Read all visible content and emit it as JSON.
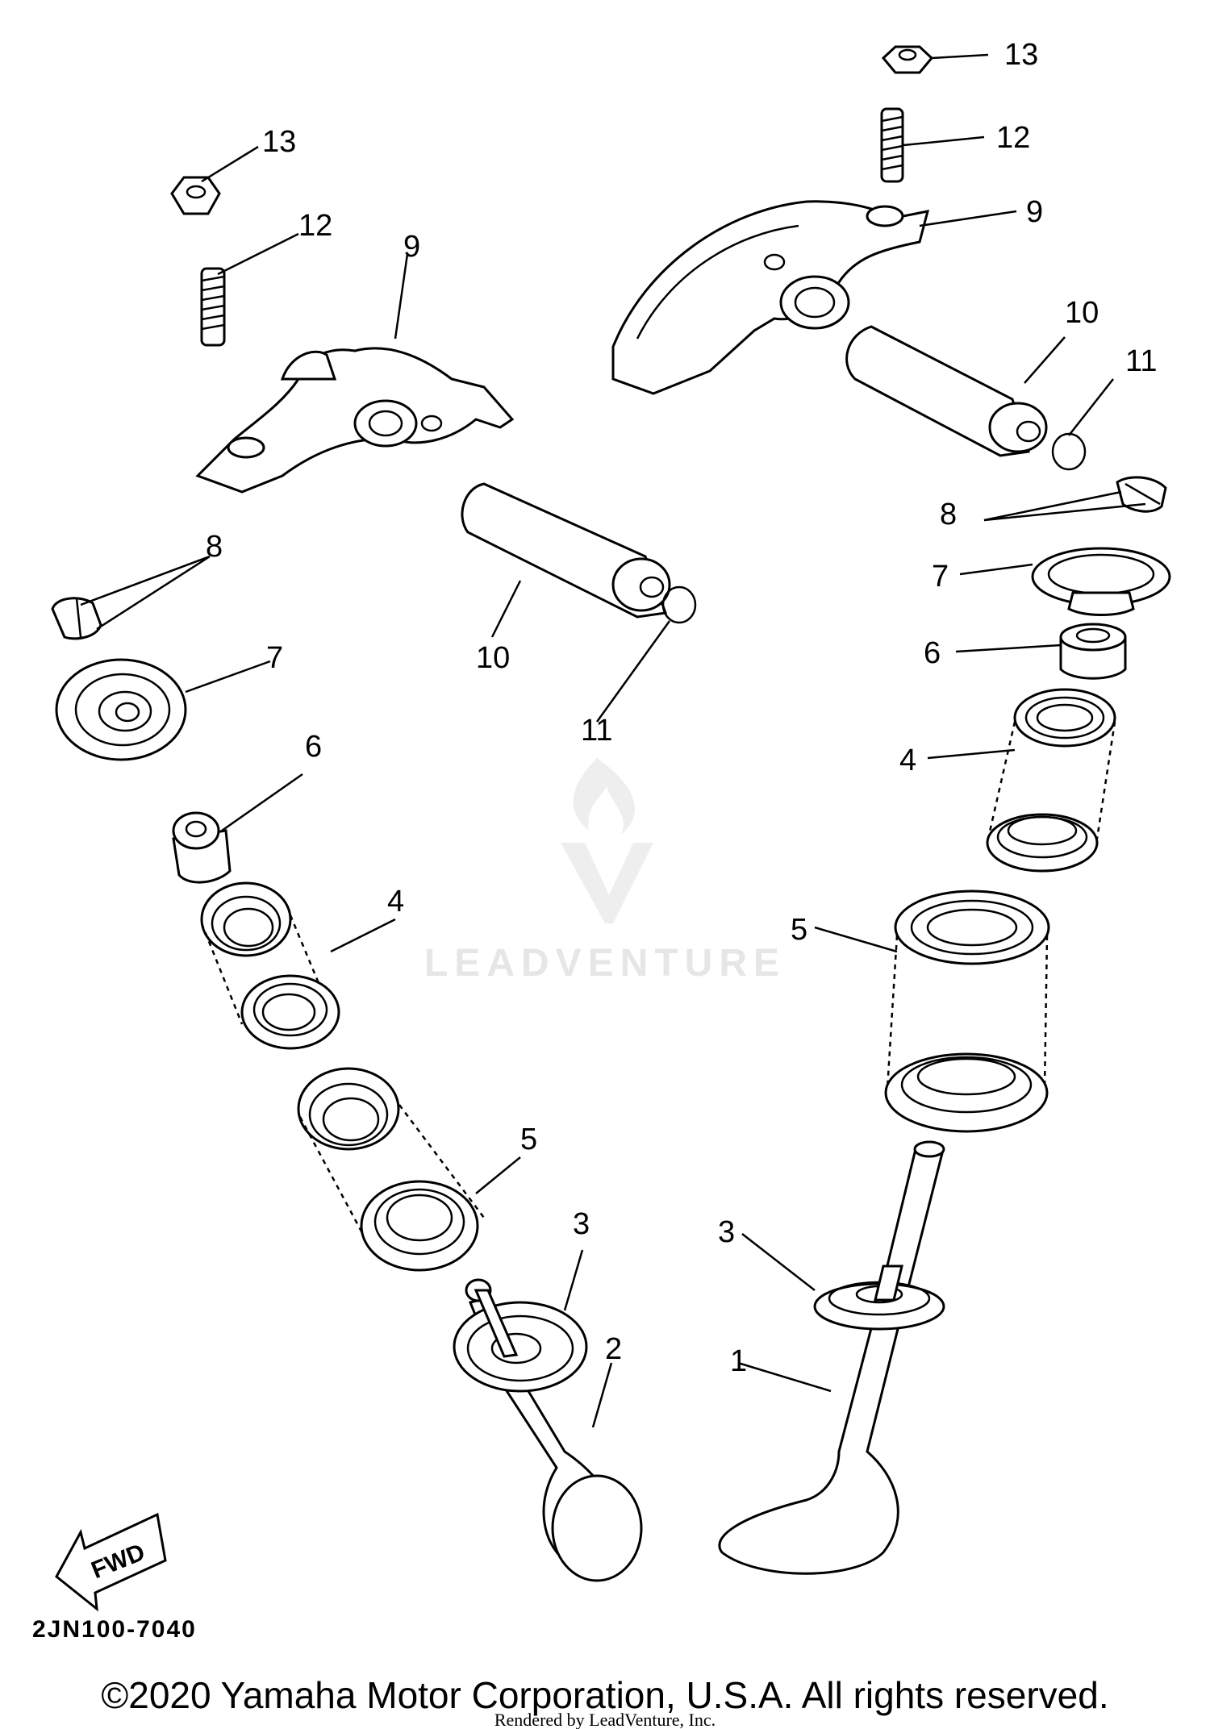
{
  "diagram": {
    "part_labels": {
      "p1": "1",
      "p2": "2",
      "p3_left": "3",
      "p3_right": "3",
      "p4_left": "4",
      "p4_right": "4",
      "p5_left": "5",
      "p5_right": "5",
      "p6_left": "6",
      "p6_right": "6",
      "p7_left": "7",
      "p7_right": "7",
      "p8_left": "8",
      "p8_right": "8",
      "p9_left": "9",
      "p9_right": "9",
      "p10_left": "10",
      "p10_right": "10",
      "p11_left": "11",
      "p11_right": "11",
      "p12_left": "12",
      "p12_right": "12",
      "p13_left": "13",
      "p13_right": "13"
    },
    "fwd_label": "FWD",
    "diagram_code": "2JN100-7040",
    "watermark": "LEADVENTURE",
    "copyright": "©2020 Yamaha Motor Corporation, U.S.A. All rights reserved.",
    "rendered_by": "Rendered by LeadVenture, Inc."
  }
}
